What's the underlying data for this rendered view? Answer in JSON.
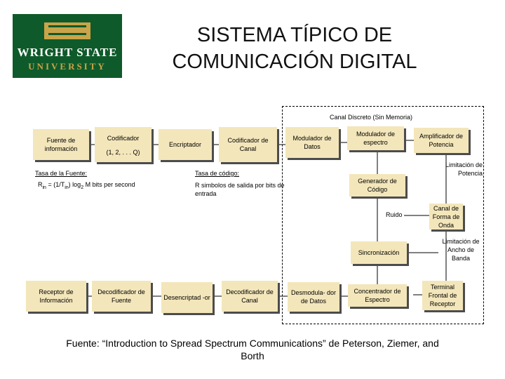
{
  "logo": {
    "line1": "WRIGHT STATE",
    "line2": "UNIVERSITY"
  },
  "title": {
    "line1": "SISTEMA TÍPICO DE",
    "line2": "COMUNICACIÓN DIGITAL"
  },
  "canal_label": "Canal Discreto (Sin Memoria)",
  "boxes": {
    "fuente_info": "Fuente de información",
    "codificador": "Codificador",
    "codificador_sub": "(1, 2, . . . Q)",
    "encriptador": "Encriptador",
    "codificador_canal": "Codificador de Canal",
    "modulador_datos": "Modulador de Datos",
    "modulador_espectro": "Modulador de espectro",
    "amplificador": "Amplificador de Potencia",
    "generador": "Generador de Código",
    "sincronizacion": "Sincronización",
    "receptor": "Receptor de Información",
    "decod_fuente": "Decodificador de Fuente",
    "desencriptador": "Desencriptad -or",
    "decod_canal": "Decodificador de Canal",
    "demodulador": "Desmodula- dor de Datos",
    "concentrador": "Concentrador de Espectro",
    "terminal": "Terminal Frontal de Receptor"
  },
  "labels": {
    "tasa_fuente": "Tasa de la Fuente:",
    "formula_r": "R",
    "formula_rest": " = (1/T",
    "formula_rest2": ") log",
    "formula_rest3": " M  bits per second",
    "sub_in": "in",
    "sub_2": "2",
    "tasa_codigo": "Tasa de código:",
    "tasa_codigo_desc": "R simbolos de salida por bits de entrada",
    "limitacion_potencia": "Limitación de Potencia",
    "ruido": "Ruido",
    "canal_forma": "Canal de Forma de Onda",
    "limitacion_ancho": "Limitación de Ancho de Banda"
  },
  "source": "Fuente: “Introduction to Spread Spectrum Communications” de Peterson, Ziemer, and Borth"
}
